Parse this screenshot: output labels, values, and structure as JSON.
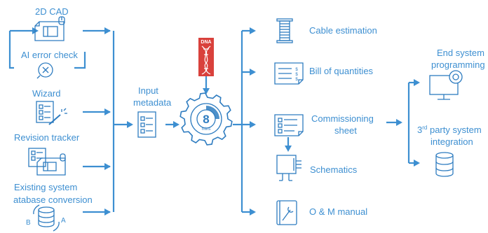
{
  "inputs": {
    "cad": "2D CAD",
    "ai_check": "AI error check",
    "wizard": "Wizard",
    "revision": "Revision tracker",
    "existing_line1": "Existing system",
    "existing_line2": "atabase conversion",
    "conv_from": "B",
    "conv_to": "A"
  },
  "center": {
    "input_line1": "Input",
    "input_line2": "metadata",
    "dna": "DNA",
    "timer_value": "8",
    "timer_unit": "mins"
  },
  "outputs": {
    "cable": "Cable estimation",
    "bill": "Bill of quantities",
    "commissioning_line1": "Commissioning",
    "commissioning_line2": "sheet",
    "schematics": "Schematics",
    "om": "O & M manual"
  },
  "right": {
    "end_line1": "End system",
    "end_line2": "programming",
    "third_prefix": "3",
    "third_sup": "rd",
    "third_rest": " party system",
    "third_line2": "integration"
  },
  "colors": {
    "line": "#3d8fd1",
    "icon": "#2e7cc0",
    "dna_box": "#d9413c"
  }
}
